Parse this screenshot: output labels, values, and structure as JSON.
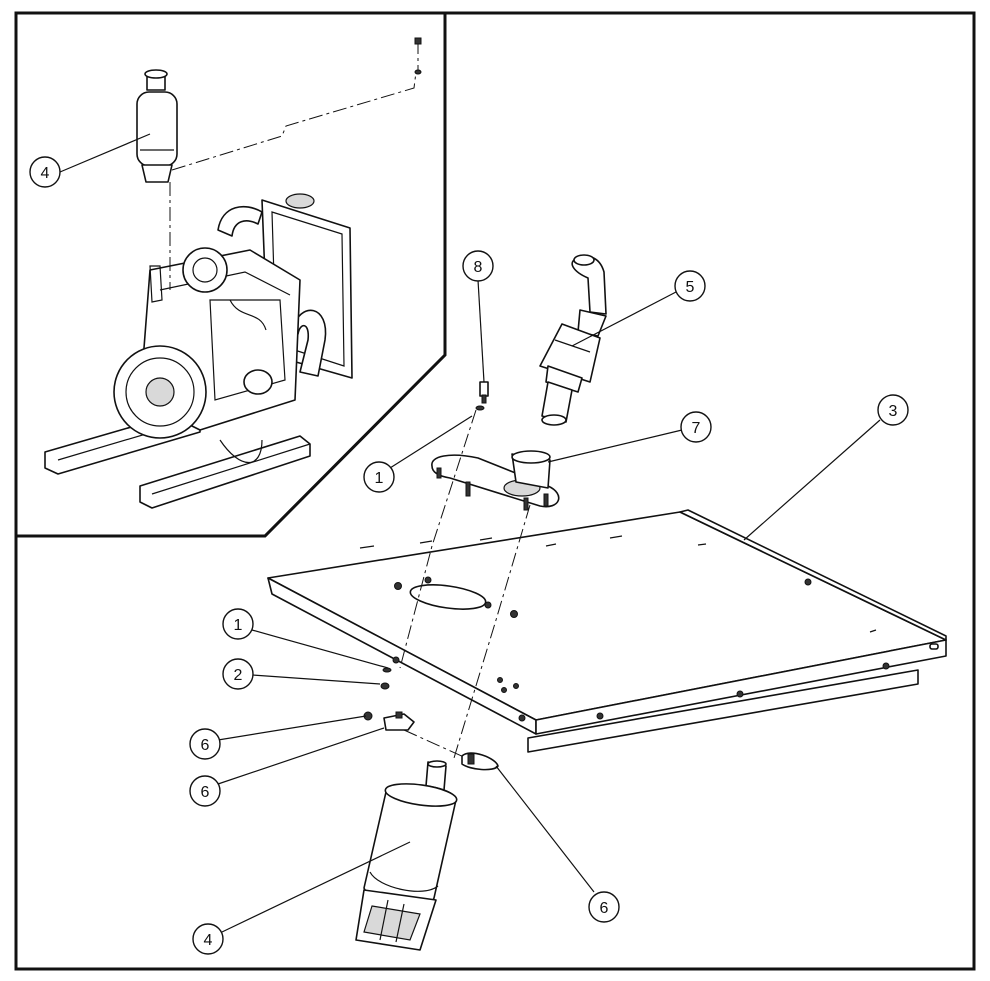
{
  "callouts": [
    {
      "id": "c-4-inset",
      "label": "4"
    },
    {
      "id": "c-8",
      "label": "8"
    },
    {
      "id": "c-5",
      "label": "5"
    },
    {
      "id": "c-3",
      "label": "3"
    },
    {
      "id": "c-7",
      "label": "7"
    },
    {
      "id": "c-1-top",
      "label": "1"
    },
    {
      "id": "c-1-bottom",
      "label": "1"
    },
    {
      "id": "c-2",
      "label": "2"
    },
    {
      "id": "c-6-a",
      "label": "6"
    },
    {
      "id": "c-6-b",
      "label": "6"
    },
    {
      "id": "c-6-c",
      "label": "6"
    },
    {
      "id": "c-4-main",
      "label": "4"
    }
  ],
  "colors": {
    "line": "#111111",
    "background": "#ffffff",
    "shade": "#d9d9d9"
  }
}
